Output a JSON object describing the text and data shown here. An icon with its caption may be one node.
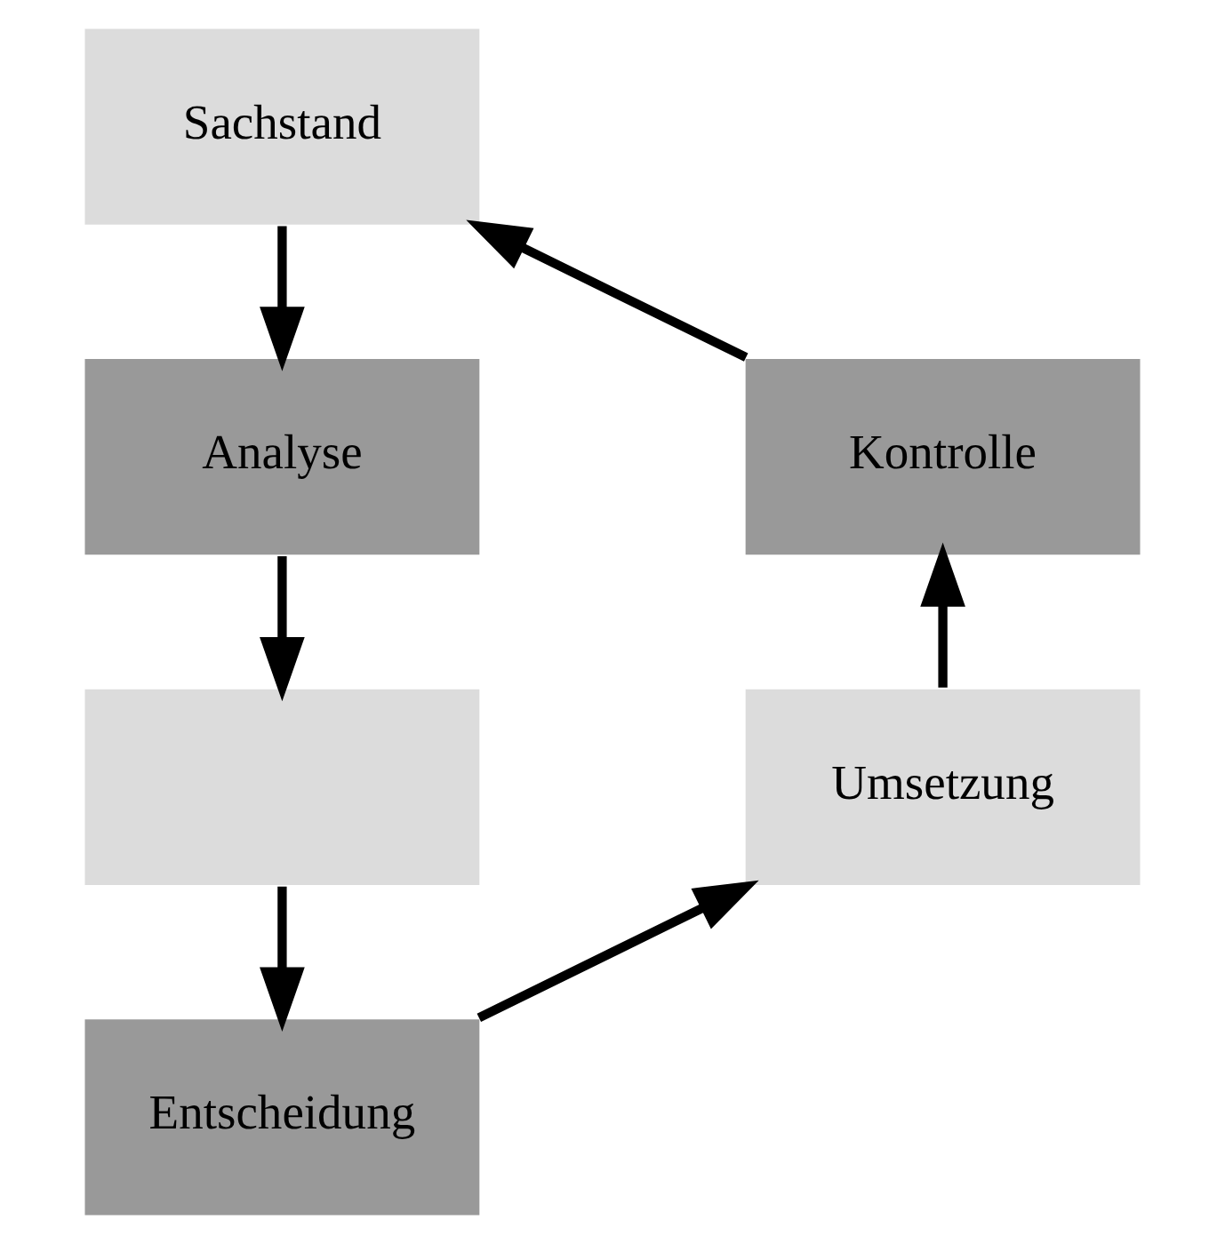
{
  "diagram": {
    "nodes": [
      {
        "text": [
          "Sachstand"
        ]
      },
      {
        "text": [
          "Kontrolle"
        ]
      },
      {
        "text": [
          "Analyse"
        ]
      },
      {
        "text": [
          "Umsetzung"
        ]
      },
      {
        "text": [],
        "shape": "box"
      },
      {
        "text": [
          "Entscheidung"
        ]
      }
    ],
    "edges": [
      {
        "from": 0,
        "to": 2,
        "arrow": "to"
      },
      {
        "from": 2,
        "to": 4,
        "arrow": "to"
      },
      {
        "from": 4,
        "to": 5,
        "arrow": "to"
      },
      {
        "from": 5,
        "to": 3,
        "arrow": "to"
      },
      {
        "from": 3,
        "to": 1,
        "arrow": "to"
      },
      {
        "from": 1,
        "to": 0,
        "arrow": "to"
      }
    ]
  }
}
